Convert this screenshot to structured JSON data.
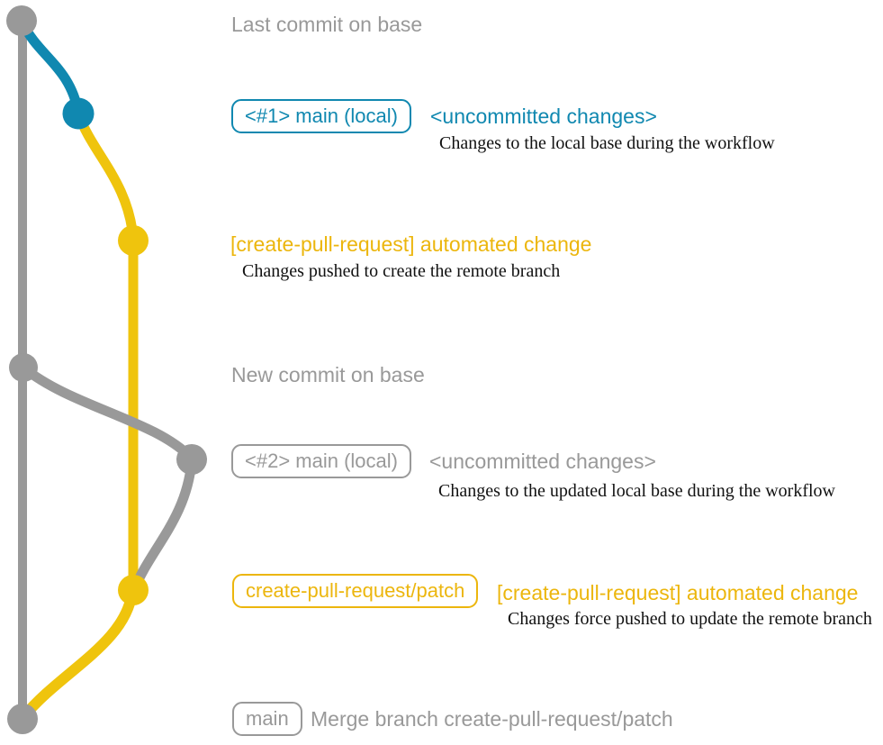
{
  "colors": {
    "gray": "#999999",
    "blue": "#1088b0",
    "yellow_graph": "#efc40d",
    "yellow_label": "#ecb60d",
    "ink": "#111111"
  },
  "graph": {
    "branches": [
      {
        "name": "base",
        "color_key": "gray"
      },
      {
        "name": "main-local",
        "color_key": "blue"
      },
      {
        "name": "create-pull-request/patch",
        "color_key": "yellow_graph"
      }
    ],
    "commits": [
      {
        "name": "last-commit-on-base",
        "color_key": "gray"
      },
      {
        "name": "local-main-1",
        "color_key": "blue"
      },
      {
        "name": "remote-branch-created",
        "color_key": "yellow_graph"
      },
      {
        "name": "new-commit-on-base",
        "color_key": "gray"
      },
      {
        "name": "local-main-2",
        "color_key": "gray"
      },
      {
        "name": "remote-branch-updated",
        "color_key": "yellow_graph"
      },
      {
        "name": "merge-commit",
        "color_key": "gray"
      }
    ]
  },
  "annotations": {
    "row1": {
      "heading": "Last commit on base"
    },
    "row2": {
      "badge": "<#1> main (local)",
      "heading": "<uncommitted changes>",
      "note": "Changes to the local base during the workflow"
    },
    "row3": {
      "heading": "[create-pull-request] automated change",
      "note": "Changes pushed to create the remote branch"
    },
    "row4": {
      "heading": "New commit on base"
    },
    "row5": {
      "badge": "<#2> main (local)",
      "heading": "<uncommitted changes>",
      "note": "Changes to the updated local base during the workflow"
    },
    "row6": {
      "badge": "create-pull-request/patch",
      "heading": "[create-pull-request] automated change",
      "note": "Changes force pushed to update the remote branch"
    },
    "row7": {
      "badge": "main",
      "heading": "Merge branch create-pull-request/patch"
    }
  }
}
